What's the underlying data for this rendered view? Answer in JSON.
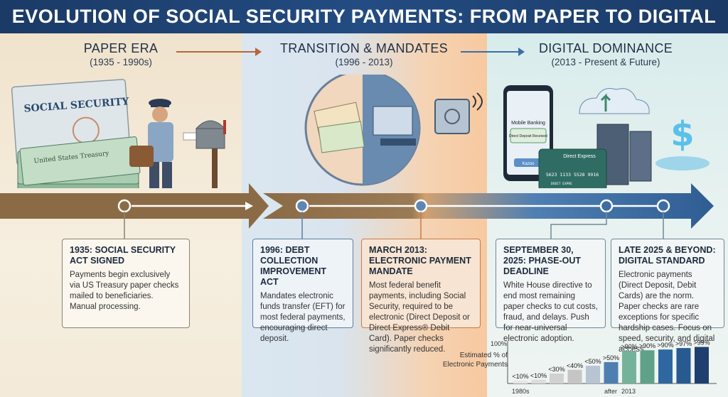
{
  "title": "EVOLUTION OF SOCIAL SECURITY PAYMENTS: FROM PAPER TO DIGITAL",
  "eras": [
    {
      "title": "PAPER ERA",
      "range": "(1935 - 1990s)"
    },
    {
      "title": "TRANSITION & MANDATES",
      "range": "(1996 - 2013)"
    },
    {
      "title": "DIGITAL DOMINANCE",
      "range": "(2013 - Present & Future)"
    }
  ],
  "illustration": {
    "card_label": "SOCIAL SECURITY",
    "check_label": "United States Treasury",
    "phone_title": "Mobile Banking",
    "phone_status": "Direct Deposit Received",
    "phone_button": "Kazoo",
    "debit_brand": "Direct Express",
    "debit_number": "5623 1133 5528 9916",
    "debit_name": "DEBIT EXPRE"
  },
  "milestones": [
    {
      "heading": "1935: SOCIAL SECURITY ACT SIGNED",
      "body": "Payments begin exclusively via US Treasury paper checks mailed to beneficiaries. Manual processing."
    },
    {
      "heading": "1996: DEBT COLLECTION IMPROVEMENT ACT",
      "body": "Mandates electronic funds transfer (EFT) for most federal payments, encouraging direct deposit."
    },
    {
      "heading": "MARCH 2013: ELECTRONIC PAYMENT MANDATE",
      "body": "Most federal benefit payments, including Social Security, required to be electronic (Direct Deposit or Direct Express® Debit Card). Paper checks significantly reduced."
    },
    {
      "heading": "SEPTEMBER 30, 2025: PHASE-OUT DEADLINE",
      "body": "White House directive to end most remaining paper checks to cut costs, fraud, and delays. Push for near-universal electronic adoption."
    },
    {
      "heading": "LATE 2025 & BEYOND: DIGITAL STANDARD",
      "body": "Electronic payments (Direct Deposit, Debit Cards) are the norm. Paper checks are rare exceptions for specific hardship cases. Focus on speed, security, and digital access."
    }
  ],
  "chart_data": {
    "type": "bar",
    "title": "Estimated % of Electronic Payments",
    "ylabel": "100%",
    "ylim": [
      0,
      100
    ],
    "x_tick_labels": [
      "1980s",
      "after",
      "2013"
    ],
    "bar_labels": [
      "<10%",
      "<10%",
      "<30%",
      "<40%",
      "<50%",
      ">50%",
      ">90%",
      ">90%",
      ">90%",
      ">97%",
      ">99%"
    ],
    "values": [
      8,
      10,
      27,
      37,
      48,
      58,
      88,
      90,
      92,
      96,
      99
    ],
    "colors": [
      "#e6e6e6",
      "#dcdcdc",
      "#d1d1d1",
      "#c5c5c5",
      "#b8c4d2",
      "#4f7fb0",
      "#74b39a",
      "#5fa287",
      "#2f67a1",
      "#285a92",
      "#1f3f6e"
    ]
  }
}
